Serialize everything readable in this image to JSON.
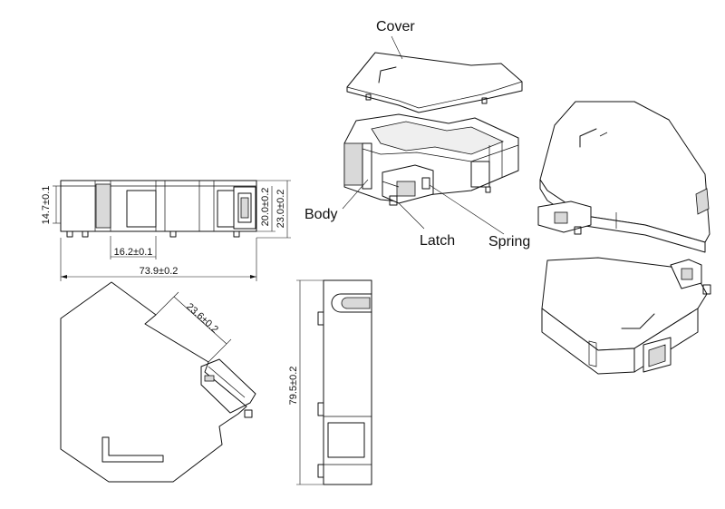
{
  "labels": {
    "cover": "Cover",
    "body": "Body",
    "latch": "Latch",
    "spring": "Spring"
  },
  "dimensions": {
    "height_small": "14.7±0.1",
    "height_mid": "20.0±0.2",
    "height_total": "23.0±0.2",
    "slot_width": "16.2±0.1",
    "overall_length": "73.9±0.2",
    "latch_offset": "23.6±0.2",
    "side_length": "79.5±0.2"
  },
  "colors": {
    "line": "#111111",
    "background": "#ffffff",
    "shade": "#d9d9d9"
  }
}
